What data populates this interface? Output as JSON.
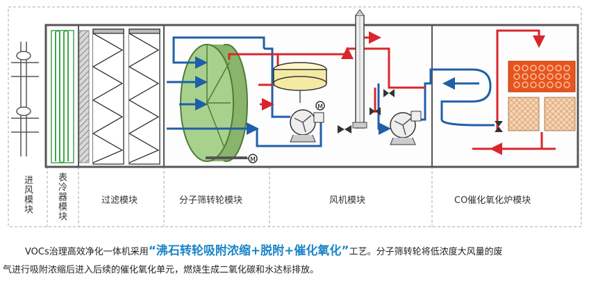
{
  "modules": {
    "inlet": "进风模块",
    "cooler": "表冷器模块",
    "filter": "过滤模块",
    "wheel": "分子筛转轮模块",
    "fan": "风机模块",
    "catalytic": "CO催化氧化炉模块"
  },
  "motor_symbol": "M",
  "caption": {
    "line1_prefix": "VOCs治理高效净化一体机采用",
    "highlight": "“沸石转轮吸附浓缩+脱附+催化氧化”",
    "line1_suffix": "工艺。分子筛转轮将低浓度大风量的废",
    "line2": "气进行吸附浓缩后进入后续的催化氧化单元，燃烧生成二氧化碳和水达标排放。"
  },
  "colors": {
    "blue_duct": "#1e5fa8",
    "red_duct": "#d9262c",
    "wheel_green": "#a9d18e",
    "cooler_green": "#3aa64a",
    "heater_orange": "#e8541e",
    "highlight_text": "#1a84c7"
  }
}
